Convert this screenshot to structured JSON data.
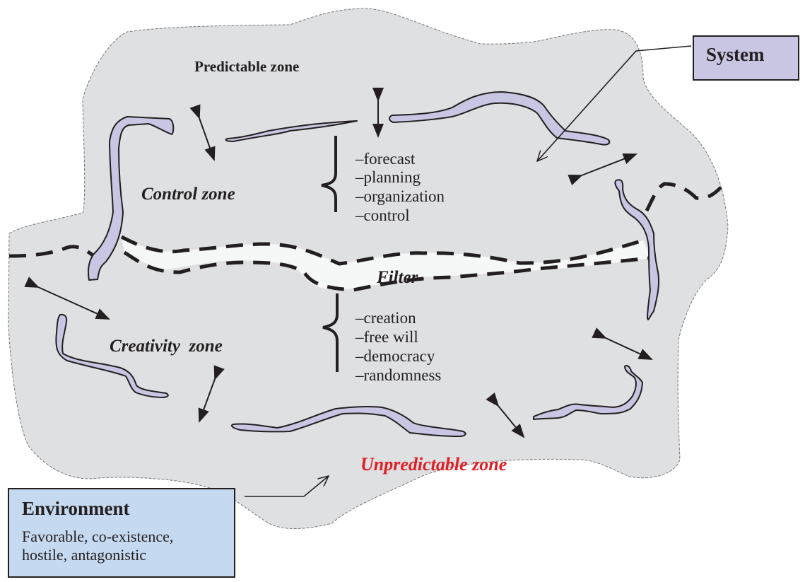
{
  "diagram": {
    "title": "System / Environment zones diagram",
    "zones": {
      "predictable": "Predictable zone",
      "control": "Control zone",
      "filter": "Filter",
      "creativity": "Creativity  zone",
      "unpredictable": "Unpredictable zone"
    },
    "control_list": [
      "–forecast",
      "–planning",
      "–organization",
      "–control"
    ],
    "creativity_list": [
      "–creation",
      "–free will",
      "–democracy",
      "–randomness"
    ],
    "system_box": {
      "title": "System"
    },
    "environment_box": {
      "title": "Environment",
      "description_lines": [
        "Favorable, co-existence,",
        "hostile, antagonistic"
      ]
    },
    "colors": {
      "system_fill": "#dfe0e2",
      "barrier_fill": "#c8c6e2",
      "filter_fill": "#f6f7f7",
      "system_box_fill": "#c8c6e2",
      "environment_box_fill": "#c5d9f0",
      "unpredictable_text": "#e21d25",
      "ink": "#231f20"
    }
  }
}
